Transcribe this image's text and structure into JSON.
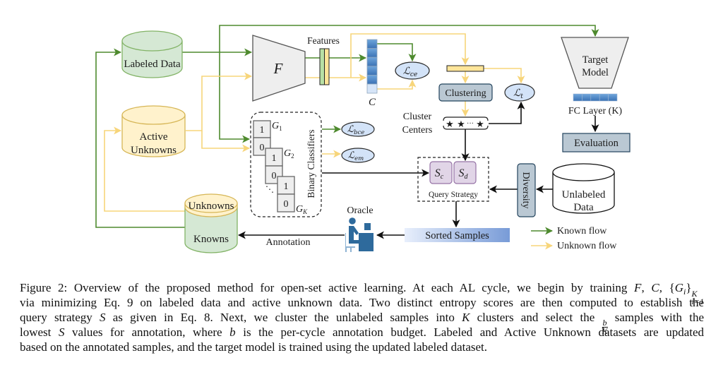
{
  "diagram": {
    "labeled_data": "Labeled Data",
    "active_unknowns": [
      "Active",
      "Unknowns"
    ],
    "pool": {
      "unknowns": "Unknowns",
      "knowns": "Knowns"
    },
    "feature_extractor": "F",
    "features": "Features",
    "classifier": "C",
    "losses": {
      "ce": {
        "symbol": "ℒ",
        "sub": "ce"
      },
      "t": {
        "symbol": "ℒ",
        "sub": "t"
      },
      "bce": {
        "symbol": "ℒ",
        "sub": "bce"
      },
      "em": {
        "symbol": "ℒ",
        "sub": "em"
      }
    },
    "binary_classifiers": {
      "title": "Binary Classifiers",
      "outputs": [
        "1",
        "0",
        "1",
        "0",
        "1",
        "0"
      ],
      "labels": [
        {
          "symbol": "G",
          "sub": "1"
        },
        {
          "symbol": "G",
          "sub": "2"
        },
        {
          "symbol": "G",
          "sub": "K"
        }
      ],
      "ellipsis": "⋱"
    },
    "clustering": "Clustering",
    "cluster_centers": {
      "label": [
        "Cluster",
        "Centers"
      ],
      "star_glyph": "★",
      "ellipsis": "···",
      "star_colors": [
        "#b6dc7e",
        "#e4573f",
        "#7fb0ee"
      ]
    },
    "query_strategy": {
      "title": "Query Strategy",
      "sc": {
        "symbol": "S",
        "sub": "c"
      },
      "sd": {
        "symbol": "S",
        "sub": "d"
      }
    },
    "diversity": "Diversity",
    "unlabeled_data": [
      "Unlabeled",
      "Data"
    ],
    "sorted_samples": "Sorted Samples",
    "oracle": "Oracle",
    "annotation": "Annotation",
    "target_model": [
      "Target",
      "Model"
    ],
    "fc_layer": "FC Layer (K)",
    "evaluation": "Evaluation",
    "legend": [
      {
        "label": "Known flow",
        "color": "#4e8a2e"
      },
      {
        "label": "Unknown flow",
        "color": "#f7d57a"
      }
    ]
  },
  "caption": {
    "line1": {
      "text": "Figure 2: Overview of the proposed method for open-set active learning. At each AL cycle, we begin by training ",
      "m1": "F",
      "p1": ", ",
      "m2": "C",
      "p2": ", {",
      "m3": "G",
      "sub": "i",
      "p3": "}",
      "sup2": "K",
      "sub2": "i=1"
    },
    "line2": "via minimizing Eq. 9 on labeled data and active unknown data. Two distinct entropy scores are then computed to establish the",
    "line3": {
      "a": "query strategy ",
      "S": "S",
      "b": " as given in Eq. 8. Next, we cluster the unlabeled samples into ",
      "K": "K",
      "c": " clusters and select the ",
      "frac_num": "b",
      "frac_den": "K",
      "d": " samples with the"
    },
    "line4": {
      "a": "lowest ",
      "S": "S",
      "b": " values for annotation, where ",
      "bvar": "b",
      "c": " is the per-cycle annotation budget. Labeled and Active Unknown datasets are updated"
    },
    "line5": "based on the annotated samples, and the target model is trained using the updated labeled dataset."
  }
}
